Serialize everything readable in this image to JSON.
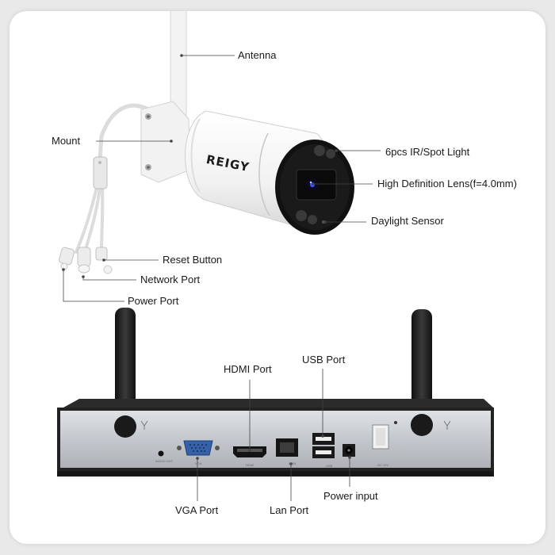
{
  "camera": {
    "brand": "REIGY",
    "labels": {
      "antenna": "Antenna",
      "mount": "Mount",
      "ir_light": "6pcs IR/Spot Light",
      "lens": "High Definition Lens(f=4.0mm)",
      "daylight_sensor": "Daylight Sensor",
      "reset_button": "Reset Button",
      "network_port": "Network Port",
      "power_port": "Power Port"
    }
  },
  "nvr": {
    "labels": {
      "hdmi_port": "HDMI Port",
      "usb_port": "USB Port",
      "vga_port": "VGA Port",
      "lan_port": "Lan Port",
      "power_input": "Power input"
    },
    "panel_text": {
      "audio_out": "AUDIO OUT",
      "vga": "VGA",
      "hdmi": "HDMI",
      "lan": "WAN",
      "usb": "USB",
      "dc": "DC 12V"
    }
  },
  "colors": {
    "camera_body": "#f4f4f4",
    "lens_housing": "#141414",
    "nvr_panel": "#c9cdd2",
    "nvr_antenna": "#1e1e1e",
    "leader_line": "#444444",
    "text": "#1a1a1a"
  }
}
